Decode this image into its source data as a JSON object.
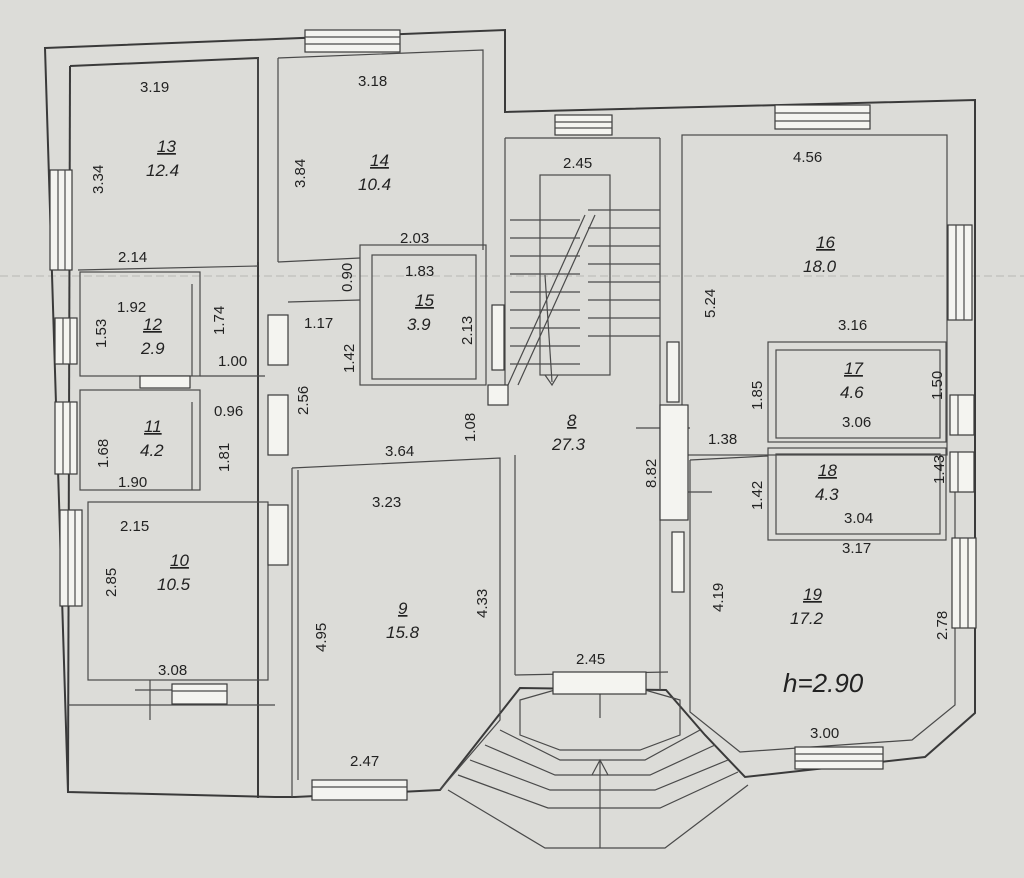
{
  "plan": {
    "ceiling_height": "h=2.90",
    "rooms": [
      {
        "id": "13",
        "number": "13",
        "area": "12.4"
      },
      {
        "id": "14",
        "number": "14",
        "area": "10.4"
      },
      {
        "id": "15",
        "number": "15",
        "area": "3.9"
      },
      {
        "id": "12",
        "number": "12",
        "area": "2.9"
      },
      {
        "id": "11",
        "number": "11",
        "area": "4.2"
      },
      {
        "id": "10",
        "number": "10",
        "area": "10.5"
      },
      {
        "id": "9",
        "number": "9",
        "area": "15.8"
      },
      {
        "id": "8",
        "number": "8",
        "area": "27.3"
      },
      {
        "id": "16",
        "number": "16",
        "area": "18.0"
      },
      {
        "id": "17",
        "number": "17",
        "area": "4.6"
      },
      {
        "id": "18",
        "number": "18",
        "area": "4.3"
      },
      {
        "id": "19",
        "number": "19",
        "area": "17.2"
      }
    ],
    "dimensions": [
      "3.19",
      "3.34",
      "3.18",
      "3.84",
      "2.03",
      "0.90",
      "1.83",
      "2.13",
      "2.14",
      "1.92",
      "1.53",
      "1.74",
      "1.00",
      "1.17",
      "1.42",
      "2.56",
      "0.96",
      "1.68",
      "1.81",
      "1.90",
      "1.08",
      "3.64",
      "2.15",
      "2.85",
      "3.08",
      "3.23",
      "4.95",
      "4.33",
      "2.47",
      "2.45",
      "2.45",
      "8.82",
      "4.56",
      "5.24",
      "3.16",
      "1.85",
      "1.50",
      "3.06",
      "1.38",
      "1.42",
      "1.43",
      "3.04",
      "3.17",
      "4.19",
      "2.78",
      "3.00"
    ]
  }
}
